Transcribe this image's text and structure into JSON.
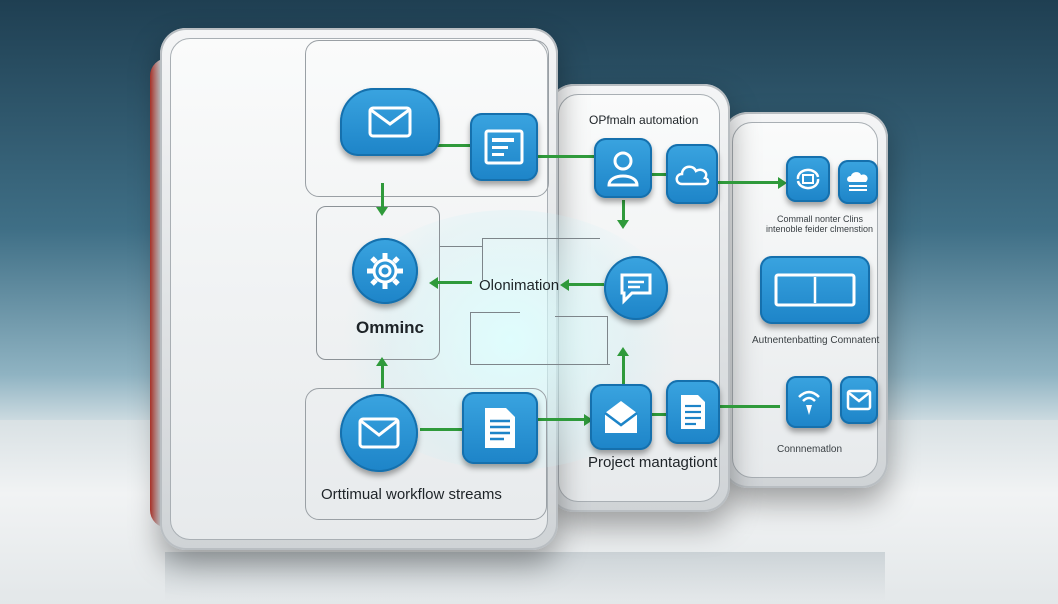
{
  "diagram": {
    "labels": {
      "optimal_workflow": "Orttimual workflow streams",
      "ommic": "Omminc",
      "olonimation": "Olonimation",
      "ophain": "OPfmaln automation",
      "project": "Project mantagtiont",
      "comm_line1": "Commall nonter Clins",
      "comm_line2": "intenoble feider clmenstion",
      "auth": "Autnentenbatting Comnatent",
      "connection": "Connnematlon"
    },
    "icons": {
      "email_cloud": "email-cloud-icon",
      "form_doc": "form-document-icon",
      "gear": "gear-icon",
      "mail": "mail-icon",
      "document": "document-icon",
      "user": "user-icon",
      "cloud": "cloud-icon",
      "chat": "chat-bubble-icon",
      "open_mail": "open-envelope-icon",
      "doc_list": "document-list-icon",
      "sync": "sync-icon",
      "cloud_lines": "cloud-lines-icon",
      "window": "window-panel-icon",
      "wifi": "wifi-signal-icon",
      "inbox": "inbox-mail-icon"
    },
    "colors": {
      "node_blue": "#1d84c8",
      "link_green": "#2f9a3b",
      "panel_silver": "#dfe2e4"
    }
  }
}
